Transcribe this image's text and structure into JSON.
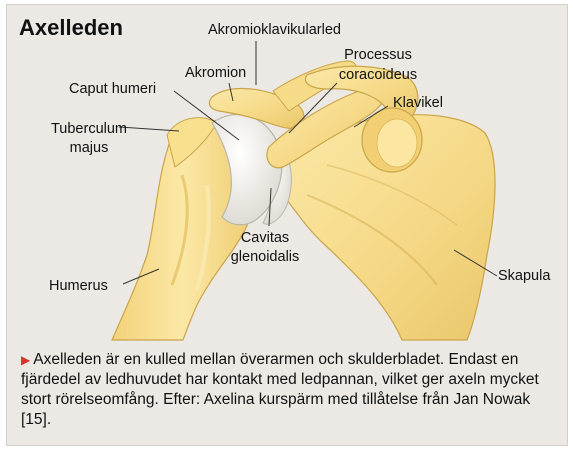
{
  "title": "Axelleden",
  "labels": {
    "acromioclavicular": "Akromioklavikularled",
    "acromion": "Akromion",
    "processus_line1": "Processus",
    "processus_line2": "coracoideus",
    "caput": "Caput humeri",
    "klavikel": "Klavikel",
    "tuberculum_line1": "Tuberculum",
    "tuberculum_line2": "majus",
    "cavitas_line1": "Cavitas",
    "cavitas_line2": "glenoidalis",
    "humerus": "Humerus",
    "skapula": "Skapula"
  },
  "caption": {
    "marker": "▶",
    "text": "Axelleden är en kulled mellan överarmen och skulderbladet. Endast en fjärdedel av ledhuvudet har kontakt med ledpannan, vilket ger axeln mycket stort rörelseomfång. Efter: Axelina kurspärm med tillåtelse från Jan Nowak [15]."
  },
  "colors": {
    "bone": "#f7df8c",
    "bone_shadow": "#e7c468",
    "bone_outline": "#c9a44a",
    "cartilage": "#f4f2ec",
    "background": "#ece9e4",
    "marker": "#d9342b"
  }
}
